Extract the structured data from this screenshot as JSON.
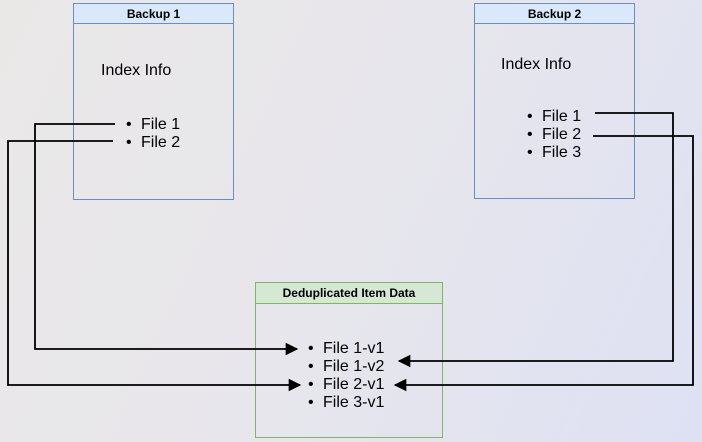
{
  "page": {
    "background_start_color": "#eae8e7",
    "background_end_color": "#dee1f4",
    "line_color": "#000000"
  },
  "boxes": {
    "backup1": {
      "title": "Backup 1",
      "section_label": "Index Info",
      "items": [
        "File 1",
        "File 2"
      ],
      "header_fill": "#dae8fc",
      "border_color": "#6c8ebf"
    },
    "backup2": {
      "title": "Backup 2",
      "section_label": "Index Info",
      "items": [
        "File 1",
        "File 2",
        "File 3"
      ],
      "header_fill": "#dae8fc",
      "border_color": "#6c8ebf"
    },
    "dedup": {
      "title": "Deduplicated Item Data",
      "items": [
        "File 1-v1",
        "File 1-v2",
        "File 2-v1",
        "File 3-v1"
      ],
      "header_fill": "#d5e8d4",
      "border_color": "#82b366"
    }
  },
  "connections": [
    {
      "from": "Backup 1 / File 1",
      "to": "Deduplicated Item Data / File 1-v1",
      "side": "left"
    },
    {
      "from": "Backup 1 / File 2",
      "to": "Deduplicated Item Data / File 2-v1",
      "side": "left"
    },
    {
      "from": "Backup 2 / File 1",
      "to": "Deduplicated Item Data / File 1-v2",
      "side": "right"
    },
    {
      "from": "Backup 2 / File 2",
      "to": "Deduplicated Item Data / File 2-v1",
      "side": "right"
    }
  ]
}
